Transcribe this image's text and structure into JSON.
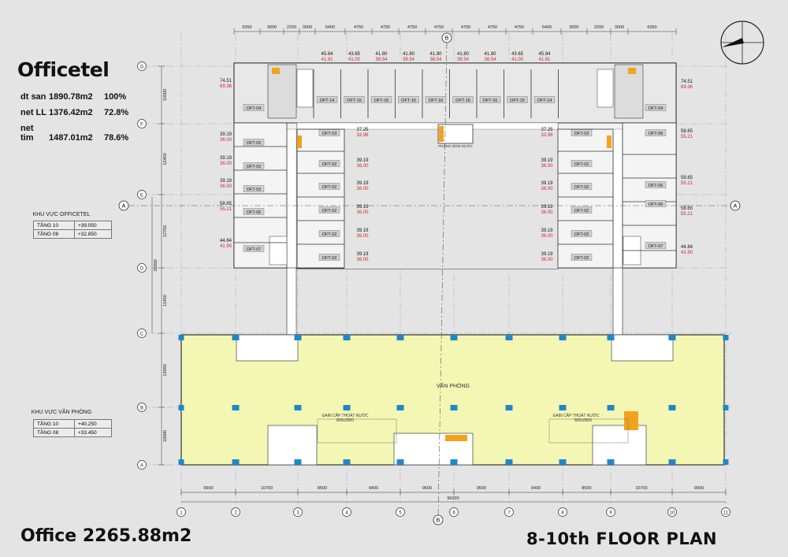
{
  "title": "Officetel",
  "stats": [
    {
      "key": "dt san",
      "value": "1890.78m2",
      "pct": "100%"
    },
    {
      "key": "net LL",
      "value": "1376.42m2",
      "pct": "72.8%"
    },
    {
      "key": "net tim",
      "value": "1487.01m2",
      "pct": "78.6%"
    }
  ],
  "officetel_levels": {
    "title": "KHU VỰC OFFICETEL",
    "rows": [
      [
        "TẦNG 10",
        "+39.050"
      ],
      [
        "TẦNG 08",
        "+32.850"
      ]
    ]
  },
  "office_levels": {
    "title": "KHU VỰC VĂN PHÒNG",
    "rows": [
      [
        "TẦNG 10",
        "+40.250"
      ],
      [
        "TẦNG 08",
        "+33.450"
      ]
    ]
  },
  "office_area": "Office 2265.88m2",
  "plan_title": "8-10th FLOOR PLAN",
  "top_dims": [
    "6350",
    "3000",
    "2200",
    "3000",
    "5400",
    "4750",
    "4750",
    "4750",
    "4750",
    "4750",
    "4750",
    "4750",
    "5400",
    "3000",
    "2200",
    "3000",
    "6350"
  ],
  "bottom_dims": [
    "9900",
    "10700",
    "8500",
    "9400",
    "9600",
    "9500",
    "9400",
    "8500",
    "10700",
    "9900"
  ],
  "total_dim": "96000",
  "left_dims": [
    "10500",
    "12400",
    "12750",
    "11450",
    "13000",
    "10000"
  ],
  "left_total": "20000",
  "grid_rows": [
    "G",
    "F",
    "E",
    "D",
    "C",
    "B",
    "A"
  ],
  "grid_cols": [
    "1",
    "2",
    "3",
    "4",
    "5",
    "6",
    "7",
    "8",
    "9",
    "10",
    "11"
  ],
  "section_a": "A",
  "section_b": "B",
  "office_label": "VĂN PHÒNG",
  "pump_room": "PHÒNG BƠM NƯỚC",
  "shaft_left": {
    "label": "GAIN CẤP THOÁT NƯỚC",
    "size": "800x2500"
  },
  "shaft_right": {
    "label": "GAIN CẤP THOÁT NƯỚC",
    "size": "800x2500"
  },
  "colors": {
    "office_fill": "#f4f7b4",
    "unit_label": "#cfcfcf",
    "area_red": "#d1262b",
    "column": "#1e88c8",
    "stair": "#f2a31c"
  },
  "top_units": [
    {
      "name": "OFT-14",
      "a1": "45.84",
      "a2": "41.81"
    },
    {
      "name": "OFT-15",
      "a1": "43.65",
      "a2": "41.00"
    },
    {
      "name": "OFT-16",
      "a1": "41.80",
      "a2": "38.54"
    },
    {
      "name": "OFT-16",
      "a1": "41.80",
      "a2": "38.54"
    },
    {
      "name": "OFT-16",
      "a1": "41.80",
      "a2": "38.54"
    },
    {
      "name": "OFT-16",
      "a1": "41.80",
      "a2": "38.54"
    },
    {
      "name": "OFT-16",
      "a1": "41.80",
      "a2": "38.54"
    },
    {
      "name": "OFT-15",
      "a1": "43.65",
      "a2": "41.00"
    },
    {
      "name": "OFT-14",
      "a1": "45.84",
      "a2": "41.81"
    }
  ],
  "left_outer": [
    {
      "name": "OFT-04",
      "a1": "74.51",
      "a2": "69.36"
    },
    {
      "name": "OFT-02",
      "a1": "39.19",
      "a2": "36.00"
    },
    {
      "name": "OFT-02",
      "a1": "39.19",
      "a2": "36.00"
    },
    {
      "name": "OFT-02",
      "a1": "39.19",
      "a2": "36.00"
    },
    {
      "name": "OFT-06",
      "a1": "58.65",
      "a2": "55.21"
    },
    {
      "name": "OFT-07",
      "a1": "44.84",
      "a2": "41.90"
    }
  ],
  "left_inner": [
    {
      "name": "OFT-03",
      "a1": "37.25",
      "a2": "33.98"
    },
    {
      "name": "OFT-02",
      "a1": "39.19",
      "a2": "36.00"
    },
    {
      "name": "OFT-02",
      "a1": "39.19",
      "a2": "36.00"
    },
    {
      "name": "OFT-02",
      "a1": "39.19",
      "a2": "36.00"
    },
    {
      "name": "OFT-02",
      "a1": "39.19",
      "a2": "36.00"
    },
    {
      "name": "OFT-02",
      "a1": "39.19",
      "a2": "36.00"
    }
  ],
  "right_inner": [
    {
      "name": "OFT-03",
      "a1": "37.25",
      "a2": "33.98"
    },
    {
      "name": "OFT-02",
      "a1": "39.19",
      "a2": "36.00"
    },
    {
      "name": "OFT-02",
      "a1": "39.19",
      "a2": "36.00"
    },
    {
      "name": "OFT-02",
      "a1": "39.19",
      "a2": "36.00"
    },
    {
      "name": "OFT-02",
      "a1": "39.19",
      "a2": "36.00"
    },
    {
      "name": "OFT-02",
      "a1": "39.19",
      "a2": "36.00"
    }
  ],
  "right_outer": [
    {
      "name": "OFT-04",
      "a1": "74.51",
      "a2": "69.36"
    },
    {
      "name": "OFT-06",
      "a1": "58.65",
      "a2": "55.21"
    },
    {
      "name": "OFT-06",
      "a1": "58.65",
      "a2": "55.21"
    },
    {
      "name": "OFT-06",
      "a1": "58.65",
      "a2": "55.21"
    },
    {
      "name": "OFT-07",
      "a1": "44.84",
      "a2": "41.90"
    }
  ]
}
